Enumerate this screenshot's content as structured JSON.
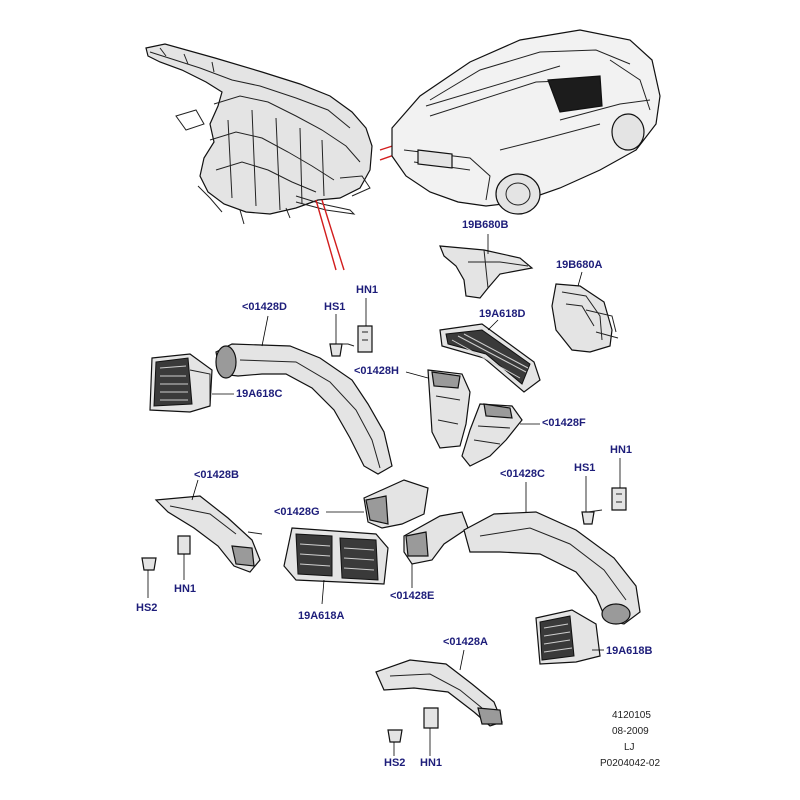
{
  "labels": {
    "l_19B680B": "19B680B",
    "l_19B680A": "19B680A",
    "l_HN1_a": "HN1",
    "l_HS1_a": "HS1",
    "l_01428D": "<01428D",
    "l_19A618D": "19A618D",
    "l_01428H": "<01428H",
    "l_19A618C": "19A618C",
    "l_01428F": "<01428F",
    "l_HN1_b": "HN1",
    "l_HS1_b": "HS1",
    "l_01428B": "<01428B",
    "l_01428C": "<01428C",
    "l_01428G": "<01428G",
    "l_HN1_c": "HN1",
    "l_HS2_a": "HS2",
    "l_01428E": "<01428E",
    "l_19A618A": "19A618A",
    "l_19A618B": "19A618B",
    "l_01428A": "<01428A",
    "l_HS2_b": "HS2",
    "l_HN1_d": "HN1"
  },
  "meta": {
    "ref": "4120105",
    "date": "08-2009",
    "author": "LJ",
    "code": "P0204042-02"
  },
  "colors": {
    "callout": "#1d1d7a",
    "highlight_line": "#d21d1d"
  }
}
